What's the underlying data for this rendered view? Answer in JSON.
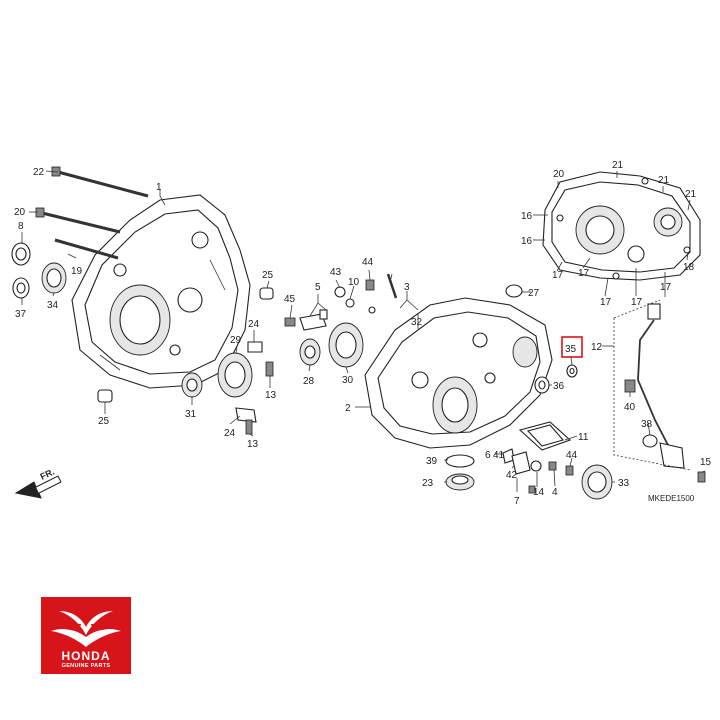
{
  "diagram": {
    "code": "MKEDE1500",
    "direction_label": "FR.",
    "highlighted_part": "35",
    "callouts": [
      "1",
      "2",
      "3",
      "4",
      "5",
      "6",
      "7",
      "8",
      "10",
      "11",
      "12",
      "13",
      "13",
      "14",
      "15",
      "16",
      "16",
      "17",
      "17",
      "17",
      "17",
      "17",
      "18",
      "19",
      "20",
      "20",
      "21",
      "21",
      "21",
      "22",
      "23",
      "24",
      "24",
      "25",
      "25",
      "27",
      "28",
      "29",
      "30",
      "31",
      "32",
      "33",
      "34",
      "35",
      "36",
      "37",
      "38",
      "39",
      "40",
      "41",
      "42",
      "43",
      "44",
      "44",
      "45"
    ]
  },
  "logo": {
    "brand": "HONDA",
    "tagline": "GENUINE PARTS"
  }
}
